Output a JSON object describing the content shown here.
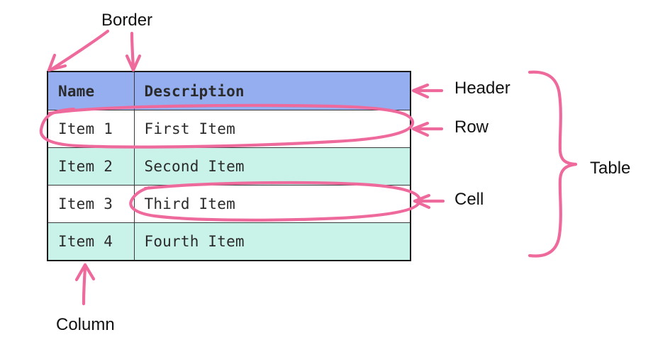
{
  "diagram": {
    "title": "HTML table anatomy annotation diagram",
    "background_color": "#ffffff",
    "ink_color": "#ef6a9c",
    "header_fill": "#94aef0",
    "stripe_fill": "#c9f2e8",
    "plain_fill": "#ffffff",
    "border_color": "#1c1c1c"
  },
  "table": {
    "columns": [
      {
        "key": "name",
        "header": "Name"
      },
      {
        "key": "description",
        "header": "Description"
      }
    ],
    "rows": [
      {
        "name": "Item 1",
        "description": "First Item",
        "stripe": false
      },
      {
        "name": "Item 2",
        "description": "Second Item",
        "stripe": true
      },
      {
        "name": "Item 3",
        "description": "Third Item",
        "stripe": false
      },
      {
        "name": "Item 4",
        "description": "Fourth Item",
        "stripe": true
      }
    ]
  },
  "annotations": {
    "border": {
      "label": "Border",
      "marker": "two-arrows",
      "points_to": "outer-edge-and-column-divider"
    },
    "header": {
      "label": "Header",
      "marker": "left-arrow",
      "points_to": "header-row"
    },
    "row": {
      "label": "Row",
      "marker": "left-arrow-and-ellipse",
      "points_to": "row-item-1"
    },
    "cell": {
      "label": "Cell",
      "marker": "left-arrow-and-ellipse",
      "points_to": "cell-third-item"
    },
    "table": {
      "label": "Table",
      "marker": "curly-brace",
      "points_to": "whole-table"
    },
    "column": {
      "label": "Column",
      "marker": "up-arrow",
      "points_to": "name-column"
    }
  }
}
